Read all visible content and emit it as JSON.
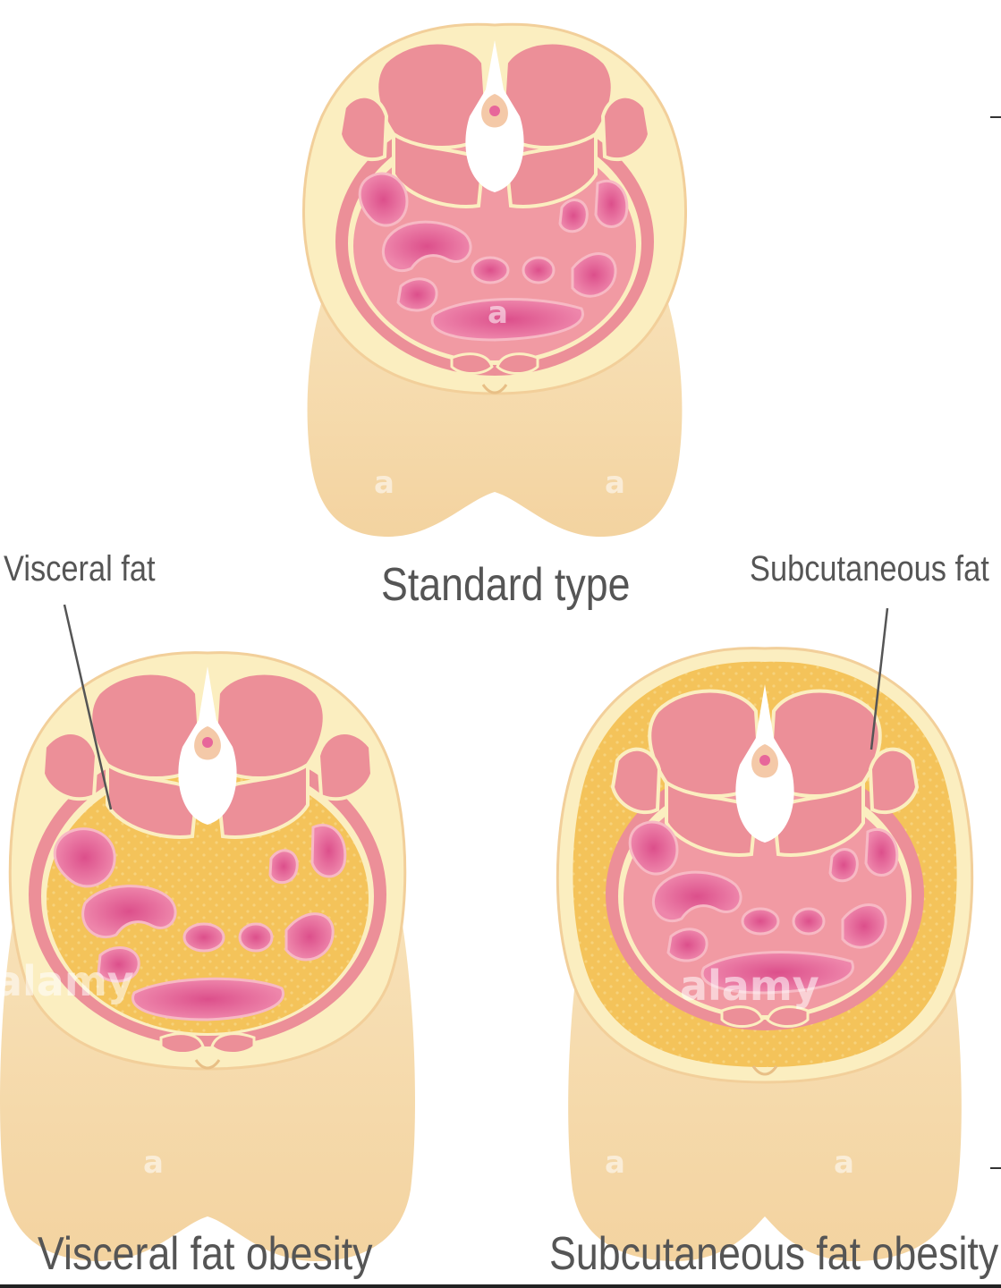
{
  "captions": {
    "standard": "Standard type",
    "visceral_obesity": "Visceral fat obesity",
    "subcutaneous_obesity": "Subcutaneous fat obesity"
  },
  "callouts": {
    "visceral_fat": "Visceral fat",
    "subcutaneous_fat": "Subcutaneous fat"
  },
  "watermarks": {
    "brand": "alamy",
    "letter": "a"
  },
  "colors": {
    "skin": "#f6dcae",
    "skin_edge": "#f2cf9a",
    "fat_layer": "#fbeec0",
    "visceral_fat": "#f4c35a",
    "muscle": "#ec8f98",
    "cavity": "#f19aa3",
    "organ": "#e7669a",
    "bone": "#ffffff",
    "label_text": "#555555"
  }
}
